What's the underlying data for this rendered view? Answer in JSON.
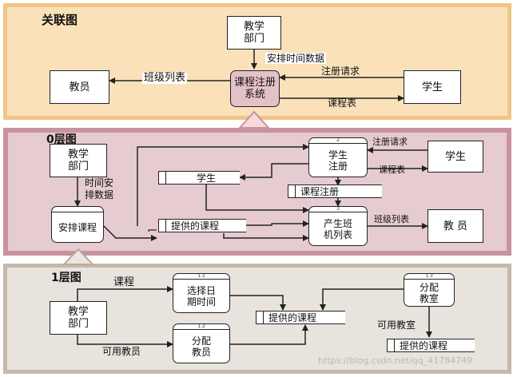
{
  "panels": {
    "context": {
      "title": "关联图"
    },
    "level0": {
      "title": "0层图"
    },
    "level1": {
      "title": "1层图"
    }
  },
  "context": {
    "dept": "教学\n部门",
    "teacher": "教员",
    "student": "学生",
    "system": "课程注册\n系统",
    "flow_schedule": "安排时间数据",
    "flow_class_list": "班级列表",
    "flow_reg_request": "注册请求",
    "flow_course_table": "课程表"
  },
  "level0": {
    "dept": "教学\n部门",
    "dept_flow": "时间安\n排数据",
    "arrange": "安排课程",
    "p2_id": "2",
    "p2_label": "学生\n注册",
    "p3_id": "3",
    "p3_label": "产生班\n机列表",
    "student": "学生",
    "teacher": "教  员",
    "store_students": "学生",
    "store_reg": "课程注册",
    "store_courses": "提供的课程",
    "flow_reg_request": "注册请求",
    "flow_course_table": "课程表",
    "flow_class_list": "班级列表"
  },
  "level1": {
    "dept": "教学\n部门",
    "flow_courses": "课程",
    "flow_teachers": "可用教员",
    "flow_classrooms": "可用教室",
    "p11_id": "1.1",
    "p11_label": "选择日\n期时间",
    "p12_id": "1.2",
    "p12_label": "分配\n教员",
    "p13_id": "1.3",
    "p13_label": "分配\n教室",
    "store_courses": "提供的课程",
    "store_courses_out": "提供的课程"
  },
  "watermark": "https://blog.csdn.net/qq_41784749",
  "colors": {
    "context_bg": "#fbe1ba",
    "context_border": "#f0c586",
    "level0_bg": "#e6cbd1",
    "level0_border": "#c9929f",
    "level1_bg": "#e9e3dd",
    "level1_border": "#c6b8ab",
    "system_process": "#e3c1c8"
  }
}
